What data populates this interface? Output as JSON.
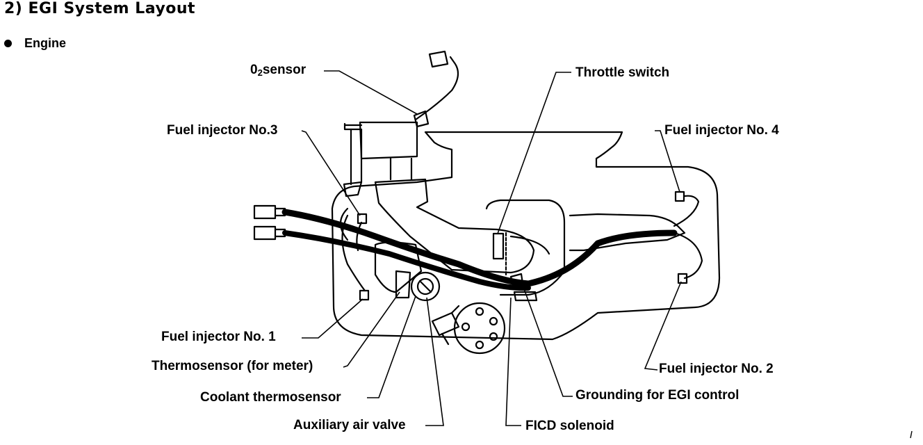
{
  "heading": "2)  EGI System Layout",
  "section": {
    "bullet_label": "Engine"
  },
  "labels": {
    "o2_prefix": "0",
    "o2_sub": "2",
    "o2_suffix": "sensor",
    "throttle_switch": "Throttle switch",
    "fuel_injector_3": "Fuel injector No.3",
    "fuel_injector_4": "Fuel injector No. 4",
    "fuel_injector_1": "Fuel injector No. 1",
    "thermosensor_meter": "Thermosensor (for meter)",
    "coolant_thermosensor": "Coolant thermosensor",
    "auxiliary_air_valve": "Auxiliary air valve",
    "fuel_injector_2": "Fuel injector No. 2",
    "grounding": "Grounding for EGI control",
    "ficd_solenoid": "FICD solenoid"
  },
  "colors": {
    "ink": "#000000",
    "paper": "#ffffff"
  }
}
